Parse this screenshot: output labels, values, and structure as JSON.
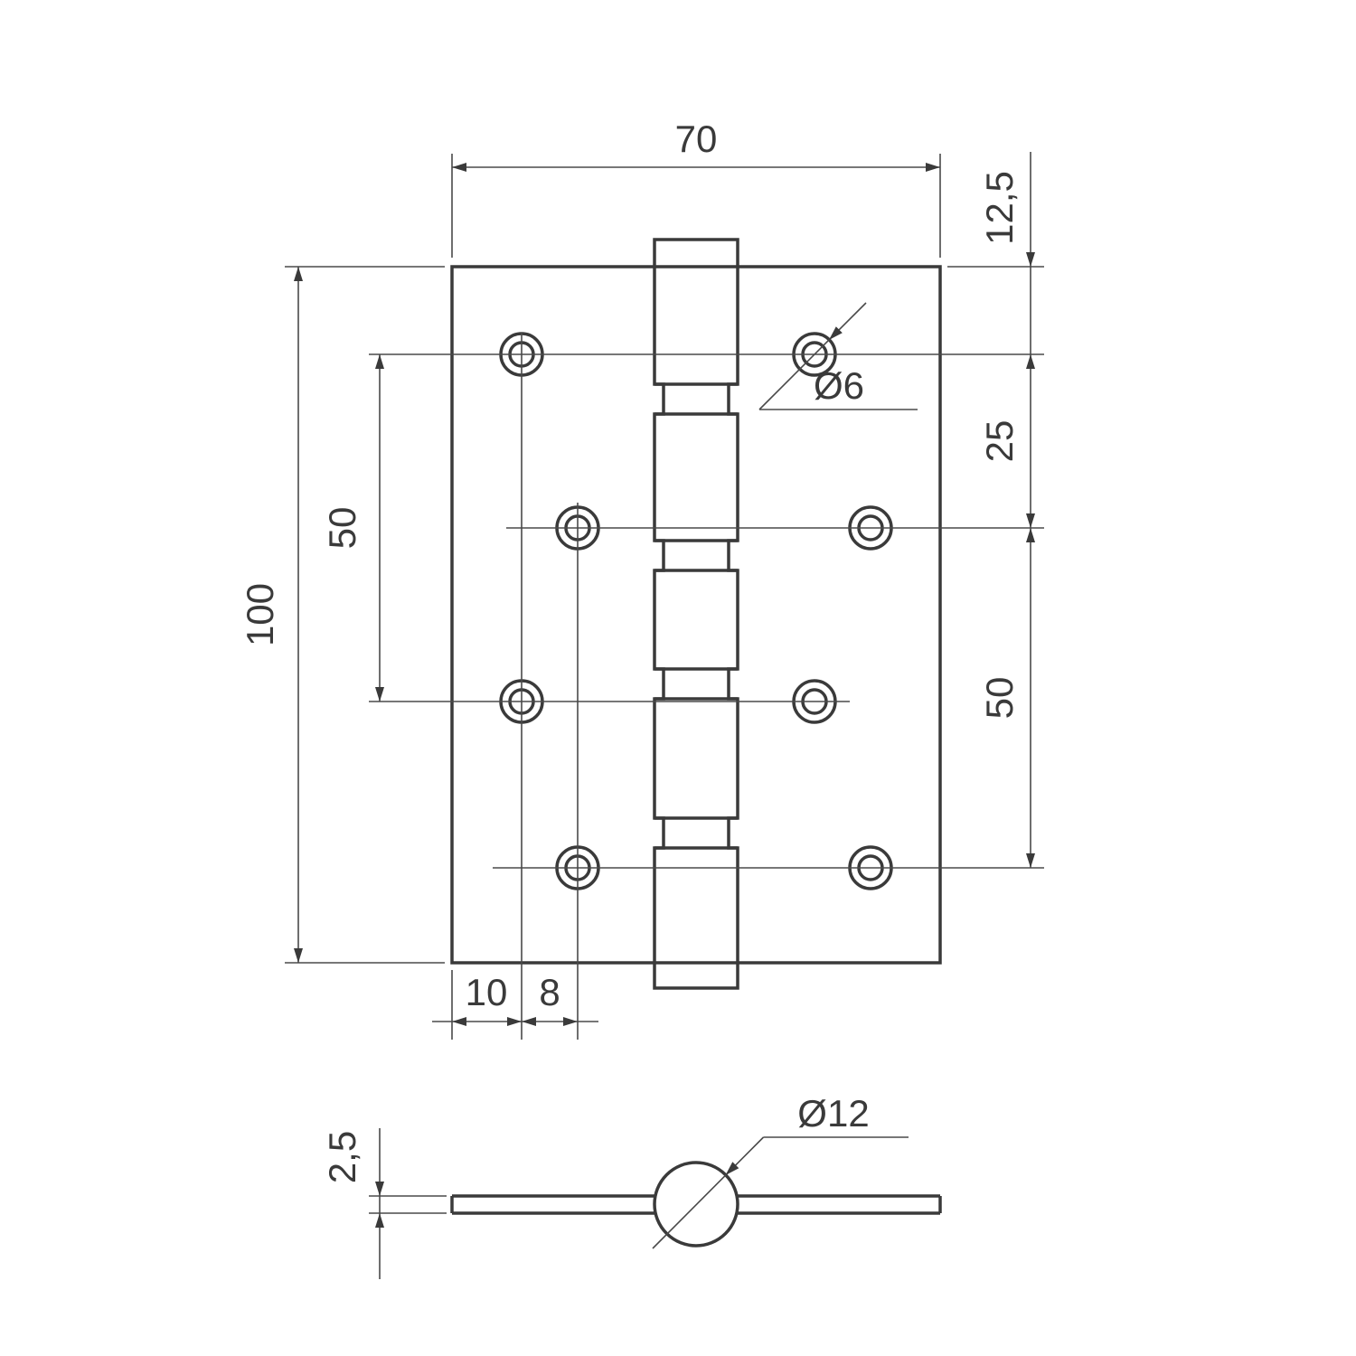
{
  "drawing": {
    "kind": "door-hinge-technical-drawing",
    "units": "mm",
    "colors": {
      "line": "#3a3a3a",
      "background": "#ffffff"
    },
    "front": {
      "width": "70",
      "height": "100",
      "top_offset": "12,5",
      "row_gap_25": "25",
      "row_gap_50": "50",
      "left_hole_span": "50",
      "edge_to_hole": "10",
      "hole_to_hole": "8",
      "hole_dia": "Ø6"
    },
    "side": {
      "thickness": "2,5",
      "barrel_dia": "Ø12"
    }
  }
}
